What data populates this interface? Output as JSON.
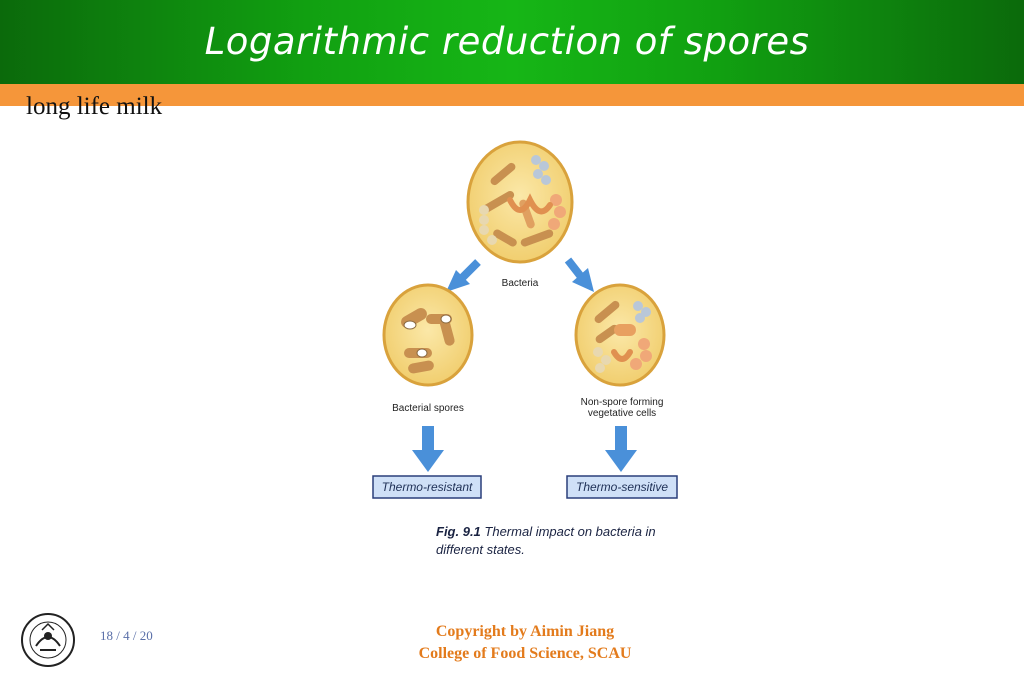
{
  "slide": {
    "title": "Logarithmic reduction of spores",
    "subtitle": "long life milk"
  },
  "figure": {
    "top_label": "Bacteria",
    "left_label": "Bacterial spores",
    "right_label_line1": "Non-spore forming",
    "right_label_line2": "vegetative cells",
    "left_box": "Thermo-resistant",
    "right_box": "Thermo-sensitive",
    "caption_bold": "Fig. 9.1",
    "caption_line1": " Thermal impact on bacteria in",
    "caption_line2": "different states.",
    "colors": {
      "cell_fill": "#f4d98a",
      "cell_border": "#d9a23c",
      "arrow": "#4a90d9",
      "box_fill": "#cfe0f7",
      "box_border": "#2a3f7a"
    }
  },
  "footer": {
    "date": "18 / 4 / 20",
    "copyright_line1": "Copyright by Aimin Jiang",
    "copyright_line2": "College of Food Science, SCAU"
  },
  "theme": {
    "header_green": "#11a011",
    "band_orange": "#f5963a",
    "footer_text": "#e37b1c"
  }
}
